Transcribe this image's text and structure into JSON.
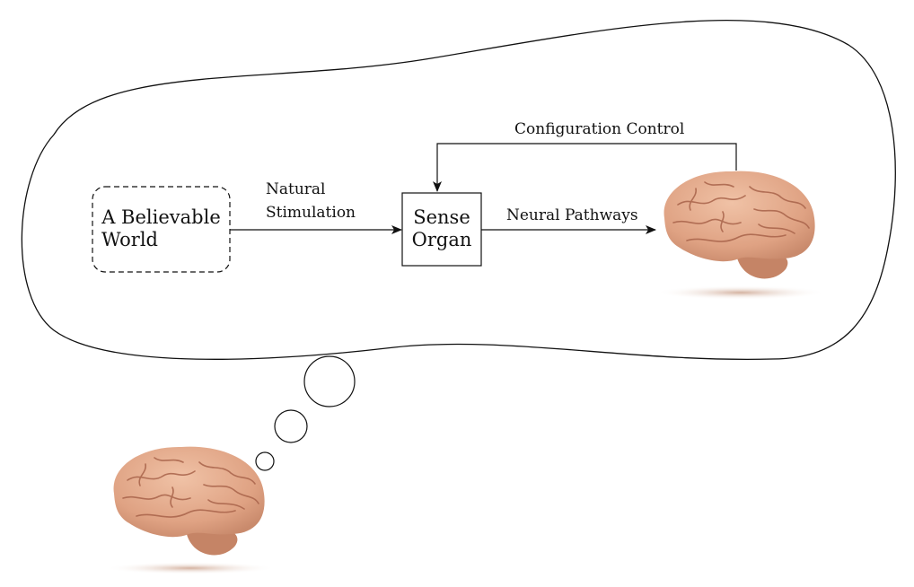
{
  "diagram": {
    "world_node": {
      "label_line1": "A Believable",
      "label_line2": "World"
    },
    "sense_node": {
      "label_line1": "Sense",
      "label_line2": "Organ"
    },
    "edges": {
      "stimulation_label_line1": "Natural",
      "stimulation_label_line2": "Stimulation",
      "pathways_label": "Neural Pathways",
      "control_label": "Configuration Control"
    }
  },
  "icons": {
    "brain_main": "brain-icon",
    "brain_thinker": "brain-icon",
    "thought_bubble": "thought-bubble-icon"
  },
  "colors": {
    "line": "#111111",
    "brain_base": "#e3a98a",
    "brain_fold": "#a8634a",
    "cerebellum": "#c58466",
    "shadow": "#d9b9a8"
  }
}
